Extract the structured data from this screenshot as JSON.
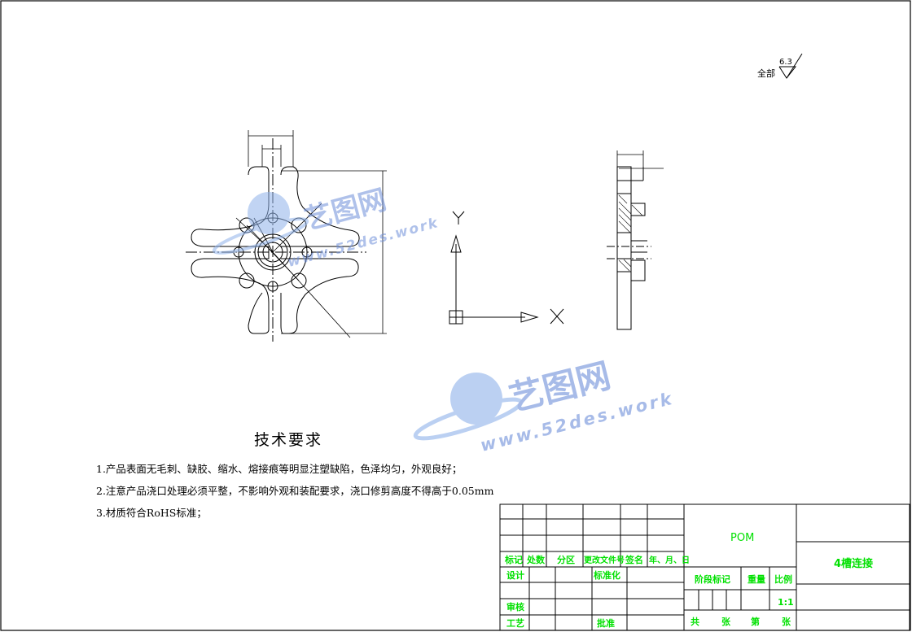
{
  "surface_finish": {
    "prefix": "全部",
    "value": "6.3"
  },
  "technical_requirements": {
    "title": "技术要求",
    "items": [
      "1.产品表面无毛刺、缺胶、缩水、熔接痕等明显注塑缺陷，色泽均匀，外观良好；",
      "2.注意产品浇口处理必须平整，不影响外观和装配要求，浇口修剪高度不得高于0.05mm",
      "3.材质符合RoHS标准；"
    ]
  },
  "axes": {
    "x": "X",
    "y": "Y"
  },
  "watermark": {
    "brand": "艺图网",
    "url": "www.52des.work"
  },
  "title_block": {
    "material": "POM",
    "part_name": "4槽连接",
    "revision_headers": [
      "标记",
      "处数",
      "分区",
      "更改文件号",
      "签名",
      "年、月、日"
    ],
    "design": "设计",
    "standardization": "标准化",
    "review": "审核",
    "process": "工艺",
    "approve": "批准",
    "stage_mark": "阶段标记",
    "weight": "重量",
    "scale_label": "比例",
    "scale": "1:1",
    "total": "共",
    "sheets": "张",
    "sheet_no": "第",
    "sheet_unit": "张"
  },
  "colors": {
    "line": "#000000",
    "title_text": "#00e000",
    "watermark_blue": "#6e8fd9"
  }
}
